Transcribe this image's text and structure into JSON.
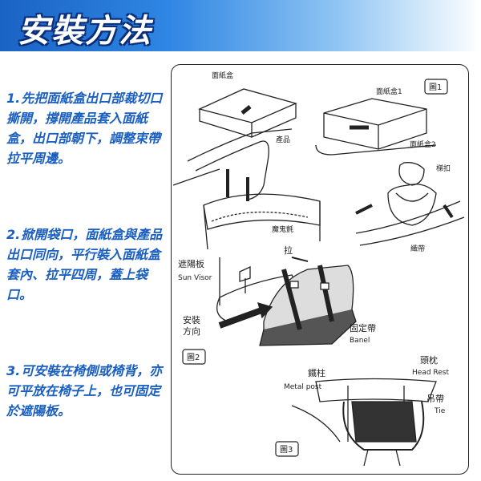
{
  "header": {
    "title": "安裝方法"
  },
  "steps": [
    {
      "number": "1.",
      "text": "先把面紙盒出口部裁切口撕開，撐開產品套入面紙盒，出口部朝下，調整束帶拉平周邊。"
    },
    {
      "number": "2.",
      "text": "掀開袋口，面紙盒與產品出口同向，平行裝入面紙盒套內、拉平四周，蓋上袋口。"
    },
    {
      "number": "3.",
      "text": "可安裝在椅側或椅背，亦可平放在椅子上，也可固定於遮陽板。"
    }
  ],
  "figure1": {
    "badge": "圖1",
    "label_tissue_box": "面紙盒",
    "label_product": "產品",
    "label_tissue_box_1": "面紙盒1",
    "label_tissue_box_2": "面紙盒2",
    "label_buckle": "梯扣",
    "label_velcro": "魔鬼氈",
    "label_strap": "織帶"
  },
  "figure2": {
    "badge": "圖2",
    "label_sun_visor_zh": "遮陽板",
    "label_sun_visor_en": "Sun Visor",
    "label_pull": "拉",
    "label_direction_1": "安裝",
    "label_direction_2": "方向",
    "label_strap_zh": "固定帶",
    "label_strap_en": "Banel"
  },
  "figure3": {
    "badge": "圖3",
    "label_headrest_zh": "頭枕",
    "label_headrest_en": "Head Rest",
    "label_post_zh": "鐵柱",
    "label_post_en": "Metal post",
    "label_tie_zh": "吊帶",
    "label_tie_en": "Tie"
  },
  "colors": {
    "accent": "#1a5fc0",
    "header_start": "#1a63c4",
    "header_end": "#ffffff",
    "line": "#222222"
  }
}
